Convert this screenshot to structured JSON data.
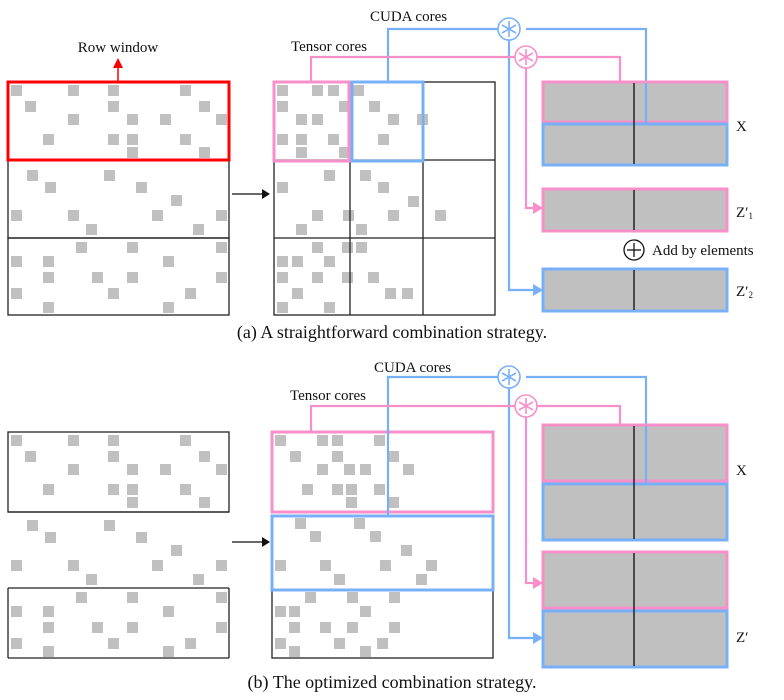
{
  "colors": {
    "pink": "#f78fc8",
    "blue": "#78b0f7",
    "red": "#ff0000",
    "gray_cell": "#c0c0c0",
    "grid": "#222222"
  },
  "panel_a": {
    "row_window_label": "Row window",
    "cuda_label": "CUDA cores",
    "tensor_label": "Tensor cores",
    "x_label": "X",
    "z1_label": "Z′",
    "z1_sub": "1",
    "z2_label": "Z′",
    "z2_sub": "2",
    "add_label": "Add by elements",
    "caption": "(a) A straightforward combination strategy.",
    "operator_icon": "asterisk-circle",
    "add_icon": "circle-plus"
  },
  "panel_b": {
    "cuda_label": "CUDA cores",
    "tensor_label": "Tensor cores",
    "x_label": "X",
    "z_label": "Z′",
    "caption": "(b) The optimized combination strategy.",
    "operator_icon": "asterisk-circle"
  }
}
